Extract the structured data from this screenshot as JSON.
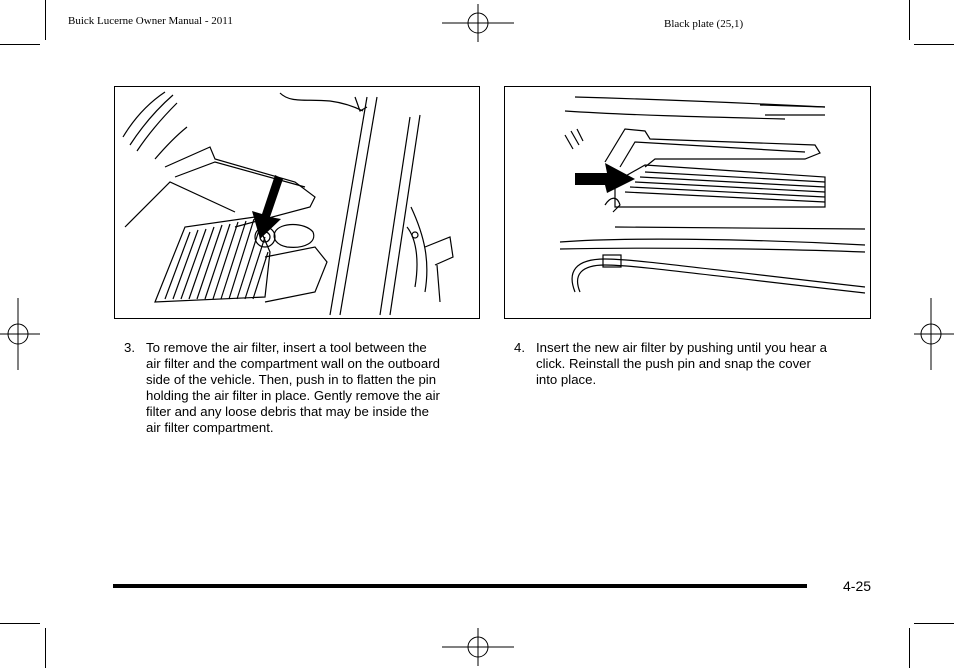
{
  "header": {
    "manual_title": "Buick Lucerne Owner Manual - 2011",
    "plate": "Black plate (25,1)"
  },
  "steps": [
    {
      "number": "3.",
      "lines": [
        "To remove the air filter, insert a tool between the",
        "air filter and the compartment wall on the outboard",
        "side of the vehicle. Then, push in to flatten the pin",
        "holding the air filter in place. Gently remove the air",
        "filter and any loose debris that may be inside the",
        "air filter compartment."
      ]
    },
    {
      "number": "4.",
      "lines": [
        "Insert the new air filter by pushing until you hear a",
        "click. Reinstall the push pin and snap the cover",
        "into place."
      ]
    }
  ],
  "footer": {
    "page_number": "4-25"
  }
}
